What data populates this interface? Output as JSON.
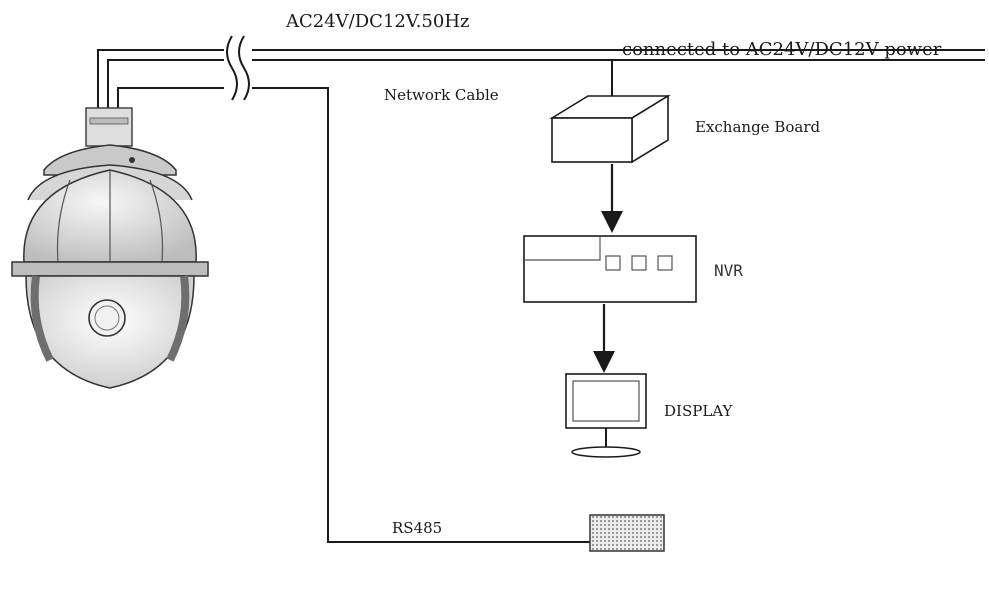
{
  "labels": {
    "power_spec": "AC24V/DC12V.50Hz",
    "power_connection": "connected to AC24V/DC12V power",
    "network_cable": "Network Cable",
    "exchange_board": "Exchange Board",
    "nvr": "NVR",
    "display": "DISPLAY",
    "rs485": "RS485"
  },
  "colors": {
    "line": "#1a1a1a",
    "camera_body": "#d9d9d9",
    "camera_dark": "#6e6e6e",
    "keyboard": "#e8e8e8"
  },
  "icons": {
    "camera": "ptz-dome-camera-icon",
    "switch": "exchange-board-box-icon",
    "nvr": "nvr-recorder-icon",
    "monitor": "display-monitor-icon",
    "keyboard": "control-keyboard-icon",
    "arrow": "arrow-down-icon",
    "break": "cable-break-icon"
  }
}
